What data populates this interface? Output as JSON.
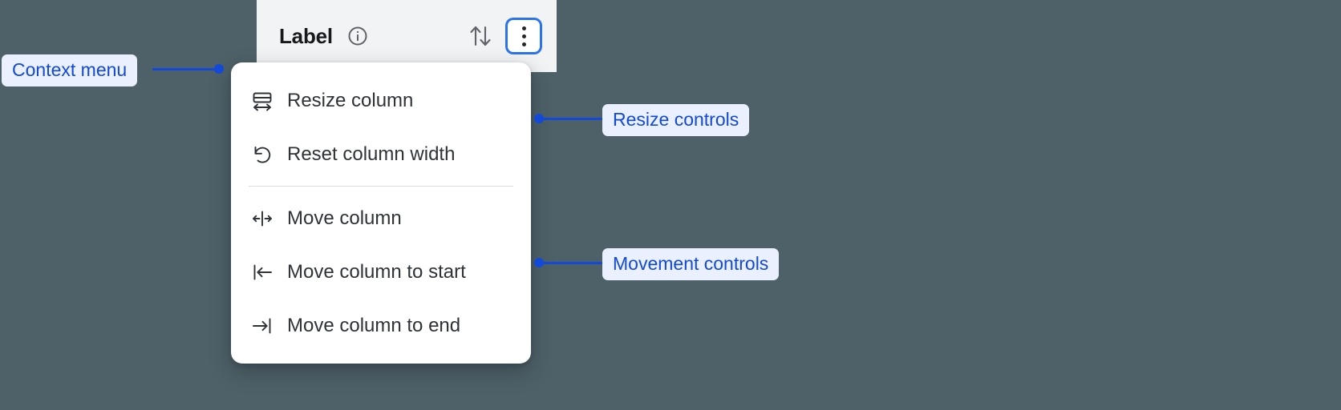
{
  "background_color": "#4e6168",
  "accent_color": "#1249d8",
  "focus_ring_color": "#2b72f0",
  "column_header": {
    "label": "Label",
    "info_icon": "info-circle-icon",
    "sort_icon": "sort-up-down-icon",
    "overflow_icon": "kebab-menu-icon"
  },
  "context_menu": {
    "groups": [
      {
        "name": "resize",
        "items": [
          {
            "icon": "resize-column-icon",
            "label": "Resize column"
          },
          {
            "icon": "reset-width-icon",
            "label": "Reset column width"
          }
        ]
      },
      {
        "name": "movement",
        "items": [
          {
            "icon": "move-column-icon",
            "label": "Move column"
          },
          {
            "icon": "move-to-start-icon",
            "label": "Move column to start"
          },
          {
            "icon": "move-to-end-icon",
            "label": "Move column to end"
          }
        ]
      }
    ]
  },
  "annotations": [
    {
      "id": "context-menu",
      "label": "Context menu"
    },
    {
      "id": "resize-controls",
      "label": "Resize controls"
    },
    {
      "id": "movement-controls",
      "label": "Movement controls"
    }
  ]
}
